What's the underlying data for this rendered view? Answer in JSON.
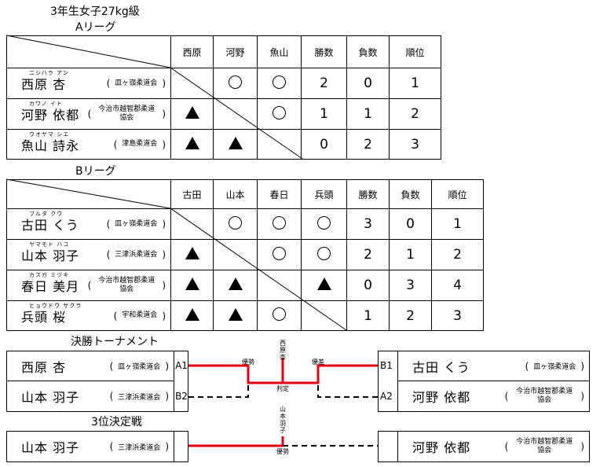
{
  "title": "3年生女子27kg級",
  "league_a": {
    "label": "Aリーグ",
    "headers": [
      "西原",
      "河野",
      "魚山",
      "勝数",
      "負数",
      "順位"
    ],
    "rows": [
      {
        "kana": "ニシハラ アン",
        "name": "西原 杏",
        "org": "皿ヶ嶺柔道会",
        "results": [
          "",
          "○",
          "○"
        ],
        "wins": "2",
        "losses": "0",
        "rank": "1"
      },
      {
        "kana": "カワノ イト",
        "name": "河野 依都",
        "org": "今治市越智郡柔道協会",
        "results": [
          "▲",
          "",
          "○"
        ],
        "wins": "1",
        "losses": "1",
        "rank": "2"
      },
      {
        "kana": "ウオヤマ シエ",
        "name": "魚山 詩永",
        "org": "津島柔道会",
        "results": [
          "▲",
          "▲",
          ""
        ],
        "wins": "0",
        "losses": "2",
        "rank": "3"
      }
    ]
  },
  "league_b": {
    "label": "Bリーグ",
    "headers": [
      "古田",
      "山本",
      "春日",
      "兵頭",
      "勝数",
      "負数",
      "順位"
    ],
    "rows": [
      {
        "kana": "フルタ クウ",
        "name": "古田 くう",
        "org": "皿ヶ嶺柔道会",
        "results": [
          "",
          "○",
          "○",
          "○"
        ],
        "wins": "3",
        "losses": "0",
        "rank": "1"
      },
      {
        "kana": "ヤマモト ハコ",
        "name": "山本 羽子",
        "org": "三津浜柔道会",
        "results": [
          "▲",
          "",
          "○",
          "○"
        ],
        "wins": "2",
        "losses": "1",
        "rank": "2"
      },
      {
        "kana": "カスガ ミヅキ",
        "name": "春日 美月",
        "org": "今治市越智郡柔道協会",
        "results": [
          "▲",
          "▲",
          "",
          "▲"
        ],
        "wins": "0",
        "losses": "3",
        "rank": "4"
      },
      {
        "kana": "ヒョウドウ サクラ",
        "name": "兵頭 桜",
        "org": "宇和柔道会",
        "results": [
          "▲",
          "▲",
          "○",
          ""
        ],
        "wins": "1",
        "losses": "2",
        "rank": "3"
      }
    ]
  },
  "final": {
    "label": "決勝トーナメント",
    "left": [
      {
        "name": "西原 杏",
        "org": "皿ヶ嶺柔道会",
        "seed": "A1"
      },
      {
        "name": "山本 羽子",
        "org": "三津浜柔道会",
        "seed": "B2"
      }
    ],
    "right": [
      {
        "name": "古田 くう",
        "org": "皿ヶ嶺柔道会",
        "seed": "B1"
      },
      {
        "name": "河野 依都",
        "org": "今治市越智郡柔道協会",
        "seed": "A2"
      }
    ],
    "winner_vertical": "西原杏",
    "left_note": "優勢",
    "right_note": "優差",
    "bottom_note": "判定"
  },
  "third": {
    "label": "3位決定戦",
    "left": {
      "name": "山本 羽子",
      "org": "三津浜柔道会"
    },
    "right": {
      "name": "河野 依都",
      "org": "今治市越智郡柔道協会"
    },
    "winner_vertical": "山本羽子",
    "note": "優勢"
  },
  "colors": {
    "win_line": "#e60012",
    "line": "#000000"
  }
}
